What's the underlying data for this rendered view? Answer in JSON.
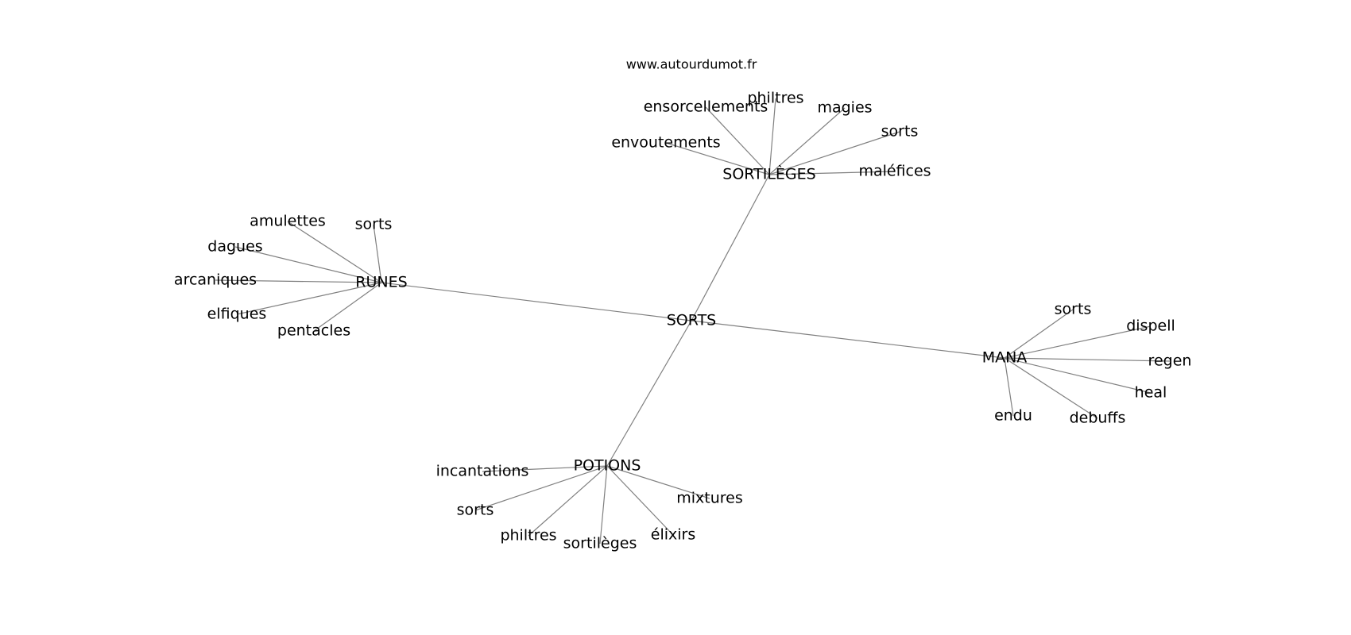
{
  "site_url": "www.autourdumot.fr",
  "center": "SORTS",
  "groups": [
    {
      "name": "SORTILÈGES",
      "children": [
        "envoutements",
        "ensorcellements",
        "philtres",
        "magies",
        "sorts",
        "maléfices"
      ]
    },
    {
      "name": "RUNES",
      "children": [
        "amulettes",
        "sorts",
        "dagues",
        "arcaniques",
        "elfiques",
        "pentacles"
      ]
    },
    {
      "name": "MANA",
      "children": [
        "sorts",
        "dispell",
        "regen",
        "heal",
        "debuffs",
        "endu"
      ]
    },
    {
      "name": "POTIONS",
      "children": [
        "incantations",
        "sorts",
        "philtres",
        "sortilèges",
        "élixirs",
        "mixtures"
      ]
    }
  ]
}
